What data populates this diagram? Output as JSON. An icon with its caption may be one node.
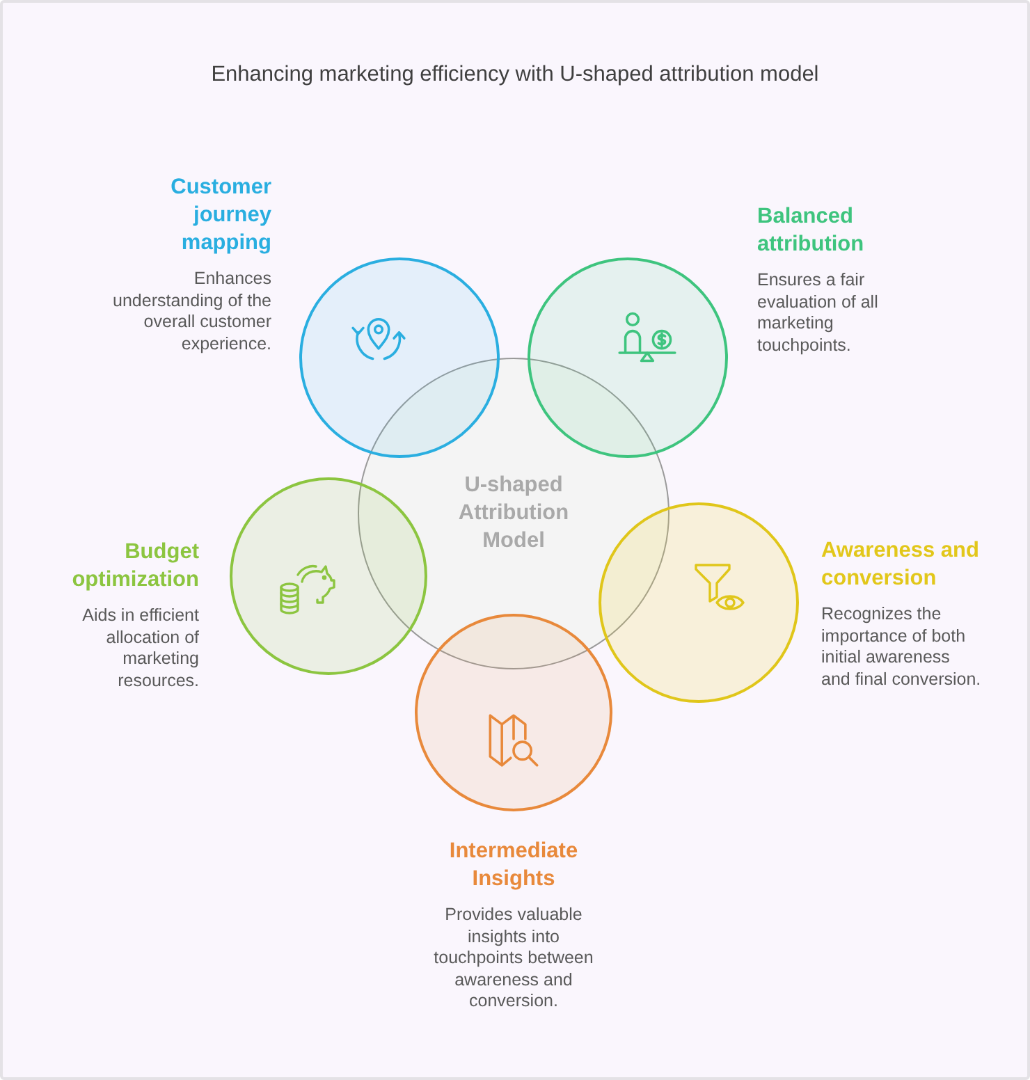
{
  "diagram": {
    "title": "Enhancing marketing efficiency with U-shaped attribution model",
    "nodes": [
      {
        "text": [
          "U-shaped Attribution Model"
        ]
      },
      {
        "text": [
          "Customer journey mapping",
          "Enhances understanding of the overall customer experience."
        ]
      },
      {
        "text": [
          "Balanced attribution",
          "Ensures a fair evaluation of all marketing touchpoints."
        ]
      },
      {
        "text": [
          "Budget optimization",
          "Aids in efficient allocation of marketing resources."
        ]
      },
      {
        "text": [
          "Awareness and conversion",
          "Recognizes the importance of both initial awareness and final conversion."
        ]
      },
      {
        "text": [
          "Intermediate Insights",
          "Provides valuable insights into touchpoints between awareness and conversion."
        ]
      }
    ]
  }
}
